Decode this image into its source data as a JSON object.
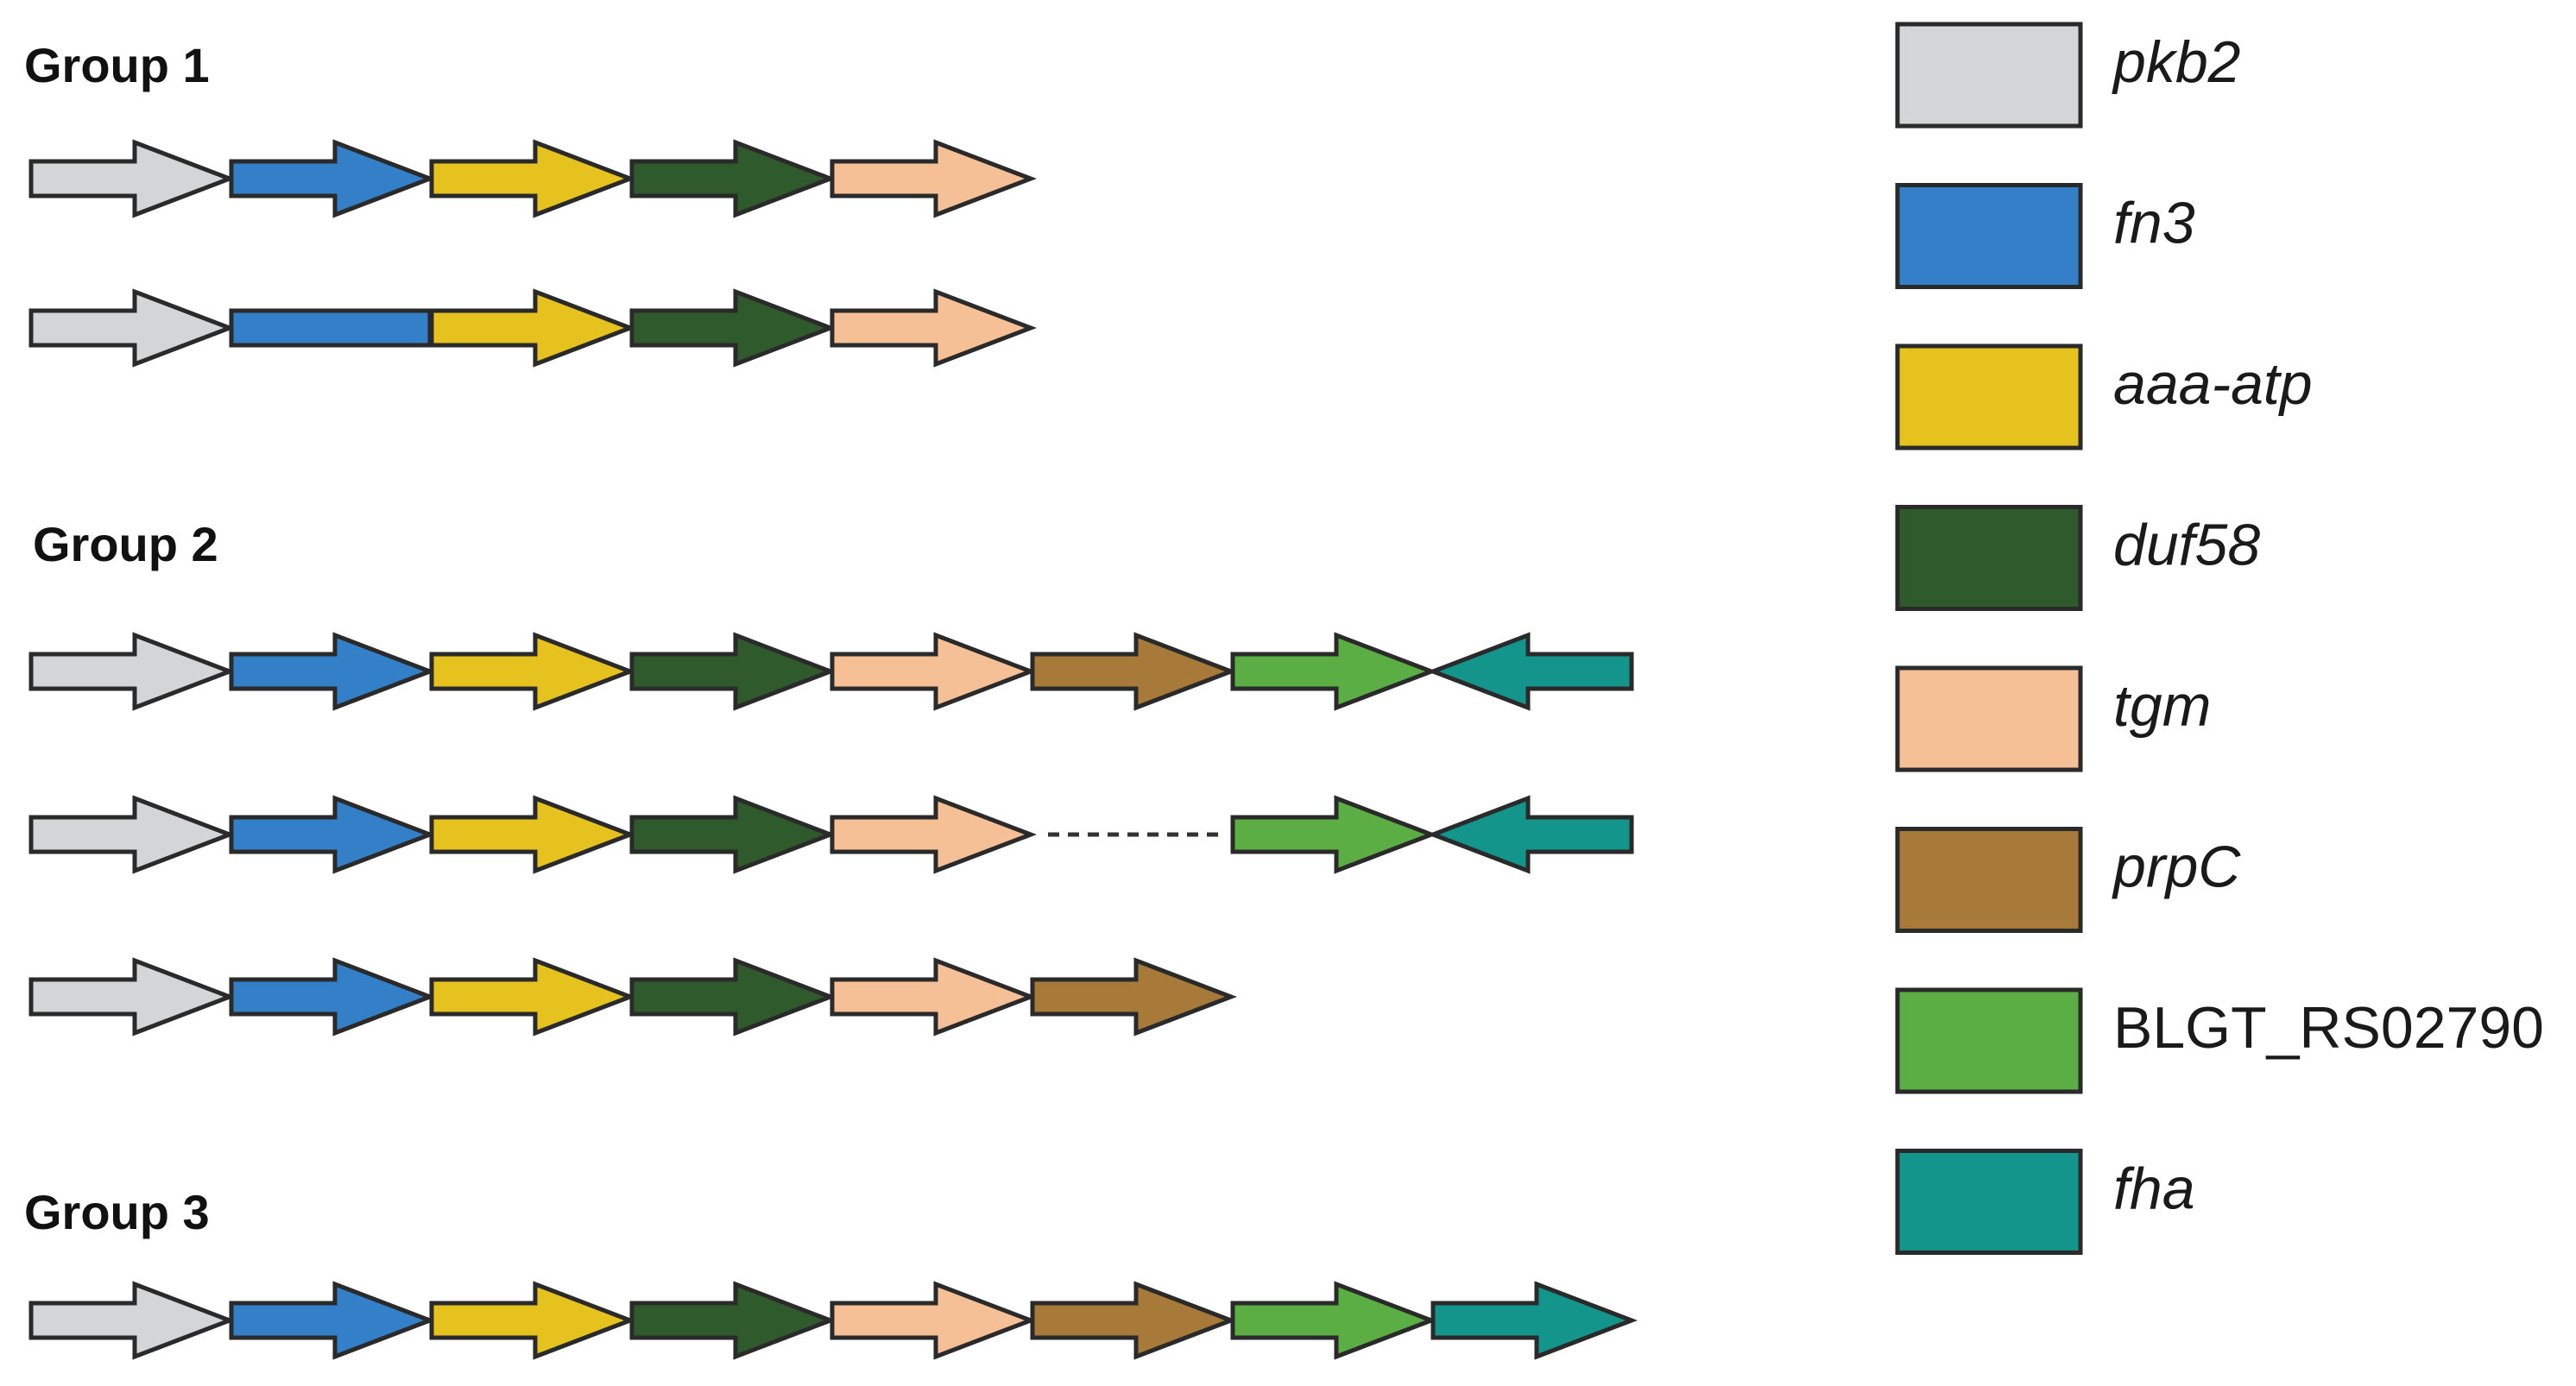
{
  "legend": [
    {
      "label": "pkb2",
      "color": "#d3d5d7",
      "italic": true
    },
    {
      "label": "fn3",
      "color": "#3380c8",
      "italic": true
    },
    {
      "label": "aaa-atp",
      "color": "#e6c21f",
      "italic": true
    },
    {
      "label": "duf58",
      "color": "#2f5a2b",
      "italic": true
    },
    {
      "label": "tgm",
      "color": "#f5c096",
      "italic": true
    },
    {
      "label": "prpC",
      "color": "#a87a3a",
      "italic": true
    },
    {
      "label": "BLGT_RS02790",
      "color": "#5aae44",
      "italic": false
    },
    {
      "label": "fha",
      "color": "#13958c",
      "italic": true
    }
  ],
  "groups": [
    {
      "title": "Group 1",
      "rows": [
        [
          {
            "gene": "pkb2"
          },
          {
            "gene": "fn3"
          },
          {
            "gene": "aaa-atp"
          },
          {
            "gene": "duf58"
          },
          {
            "gene": "tgm"
          }
        ],
        [
          {
            "gene": "pkb2"
          },
          {
            "gene": "fn3",
            "shape": "bar"
          },
          {
            "gene": "aaa-atp"
          },
          {
            "gene": "duf58"
          },
          {
            "gene": "tgm"
          }
        ]
      ]
    },
    {
      "title": "Group 2",
      "rows": [
        [
          {
            "gene": "pkb2"
          },
          {
            "gene": "fn3"
          },
          {
            "gene": "aaa-atp"
          },
          {
            "gene": "duf58"
          },
          {
            "gene": "tgm"
          },
          {
            "gene": "prpC"
          },
          {
            "gene": "BLGT_RS02790"
          },
          {
            "gene": "fha",
            "direction": "reverse"
          }
        ],
        [
          {
            "gene": "pkb2"
          },
          {
            "gene": "fn3"
          },
          {
            "gene": "aaa-atp"
          },
          {
            "gene": "duf58"
          },
          {
            "gene": "tgm"
          },
          {
            "gene": "gap"
          },
          {
            "gene": "BLGT_RS02790"
          },
          {
            "gene": "fha",
            "direction": "reverse"
          }
        ],
        [
          {
            "gene": "pkb2"
          },
          {
            "gene": "fn3"
          },
          {
            "gene": "aaa-atp"
          },
          {
            "gene": "duf58"
          },
          {
            "gene": "tgm"
          },
          {
            "gene": "prpC"
          }
        ]
      ]
    },
    {
      "title": "Group 3",
      "rows": [
        [
          {
            "gene": "pkb2"
          },
          {
            "gene": "fn3"
          },
          {
            "gene": "aaa-atp"
          },
          {
            "gene": "duf58"
          },
          {
            "gene": "tgm"
          },
          {
            "gene": "prpC"
          },
          {
            "gene": "BLGT_RS02790"
          },
          {
            "gene": "fha"
          }
        ]
      ]
    }
  ]
}
